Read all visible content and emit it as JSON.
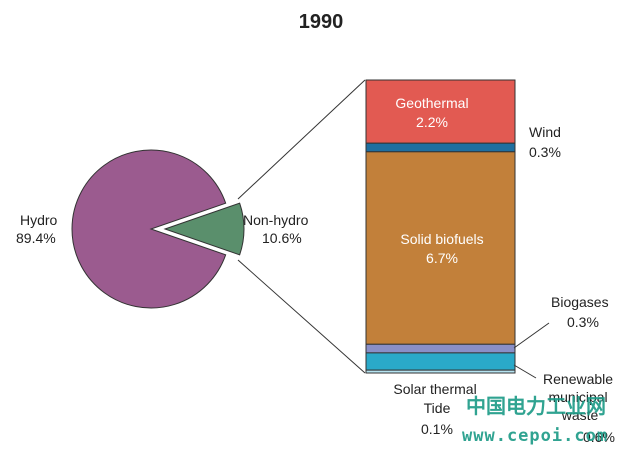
{
  "chart_data": {
    "type": "pie",
    "title": "1990",
    "pie": {
      "slices": [
        {
          "label": "Hydro",
          "value": 89.4,
          "value_label": "89.4%",
          "color": "#9b5b8f"
        },
        {
          "label": "Non-hydro",
          "value": 10.6,
          "value_label": "10.6%",
          "color": "#5a8f6c"
        }
      ]
    },
    "breakdown": {
      "type": "stacked-bar",
      "of": "Non-hydro",
      "segments": [
        {
          "label": "Geothermal",
          "value": 2.2,
          "value_label": "2.2%",
          "color": "#e25a52",
          "label_inside": true
        },
        {
          "label": "Wind",
          "value": 0.3,
          "value_label": "0.3%",
          "color": "#1f6fa0",
          "label_inside": false
        },
        {
          "label": "Solid biofuels",
          "value": 6.7,
          "value_label": "6.7%",
          "color": "#c2803a",
          "label_inside": true
        },
        {
          "label": "Biogases",
          "value": 0.3,
          "value_label": "0.3%",
          "color": "#8a8fc8",
          "label_inside": false
        },
        {
          "label": "Renewable municipal waste",
          "value": 0.6,
          "value_label": "0.6%",
          "color": "#2aa9c9",
          "label_inside": false
        },
        {
          "label": "Solar thermal Tide",
          "value": 0.1,
          "value_label": "0.1%",
          "color": "#b5e3f0",
          "label_inside": false
        }
      ]
    }
  },
  "watermark": {
    "site_name": "中国电力工业网",
    "url": "www.cepoi.com"
  }
}
